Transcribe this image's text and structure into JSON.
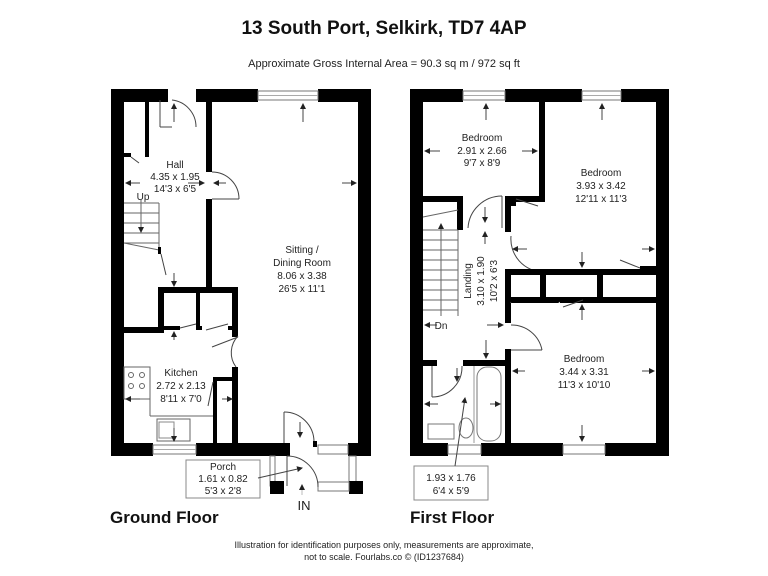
{
  "header": {
    "title": "13 South Port, Selkirk, TD7 4AP",
    "subtitle": "Approximate Gross Internal Area = 90.3 sq m / 972 sq ft"
  },
  "ground_floor": {
    "label": "Ground Floor",
    "entrance_label": "IN",
    "stairs_label": "Up",
    "rooms": [
      {
        "name": "Hall",
        "metric": "4.35 x 1.95",
        "imperial": "14'3 x 6'5"
      },
      {
        "name_line1": "Sitting /",
        "name": "Dining Room",
        "metric": "8.06 x 3.38",
        "imperial": "26'5 x 11'1"
      },
      {
        "name": "Kitchen",
        "metric": "2.72 x 2.13",
        "imperial": "8'11 x 7'0"
      },
      {
        "name": "Porch",
        "metric": "1.61 x 0.82",
        "imperial": "5'3 x 2'8"
      }
    ]
  },
  "first_floor": {
    "label": "First Floor",
    "stairs_label": "Dn",
    "rooms": [
      {
        "name": "Bedroom",
        "metric": "2.91 x 2.66",
        "imperial": "9'7 x 8'9"
      },
      {
        "name": "Bedroom",
        "metric": "3.93 x 3.42",
        "imperial": "12'11 x 11'3"
      },
      {
        "name": "Landing",
        "metric": "3.10 x 1.90",
        "imperial": "10'2 x 6'3"
      },
      {
        "name": "Bedroom",
        "metric": "3.44 x 3.31",
        "imperial": "11'3 x 10'10"
      },
      {
        "name": "",
        "metric": "1.93 x 1.76",
        "imperial": "6'4 x 5'9"
      }
    ]
  },
  "footer": {
    "line1": "Illustration for identification purposes only, measurements are approximate,",
    "line2": "not to scale. Fourlabs.co © (ID1237684)"
  },
  "colors": {
    "wall": "#000000",
    "window": "#cccccc",
    "line": "#444444",
    "background": "#ffffff"
  }
}
